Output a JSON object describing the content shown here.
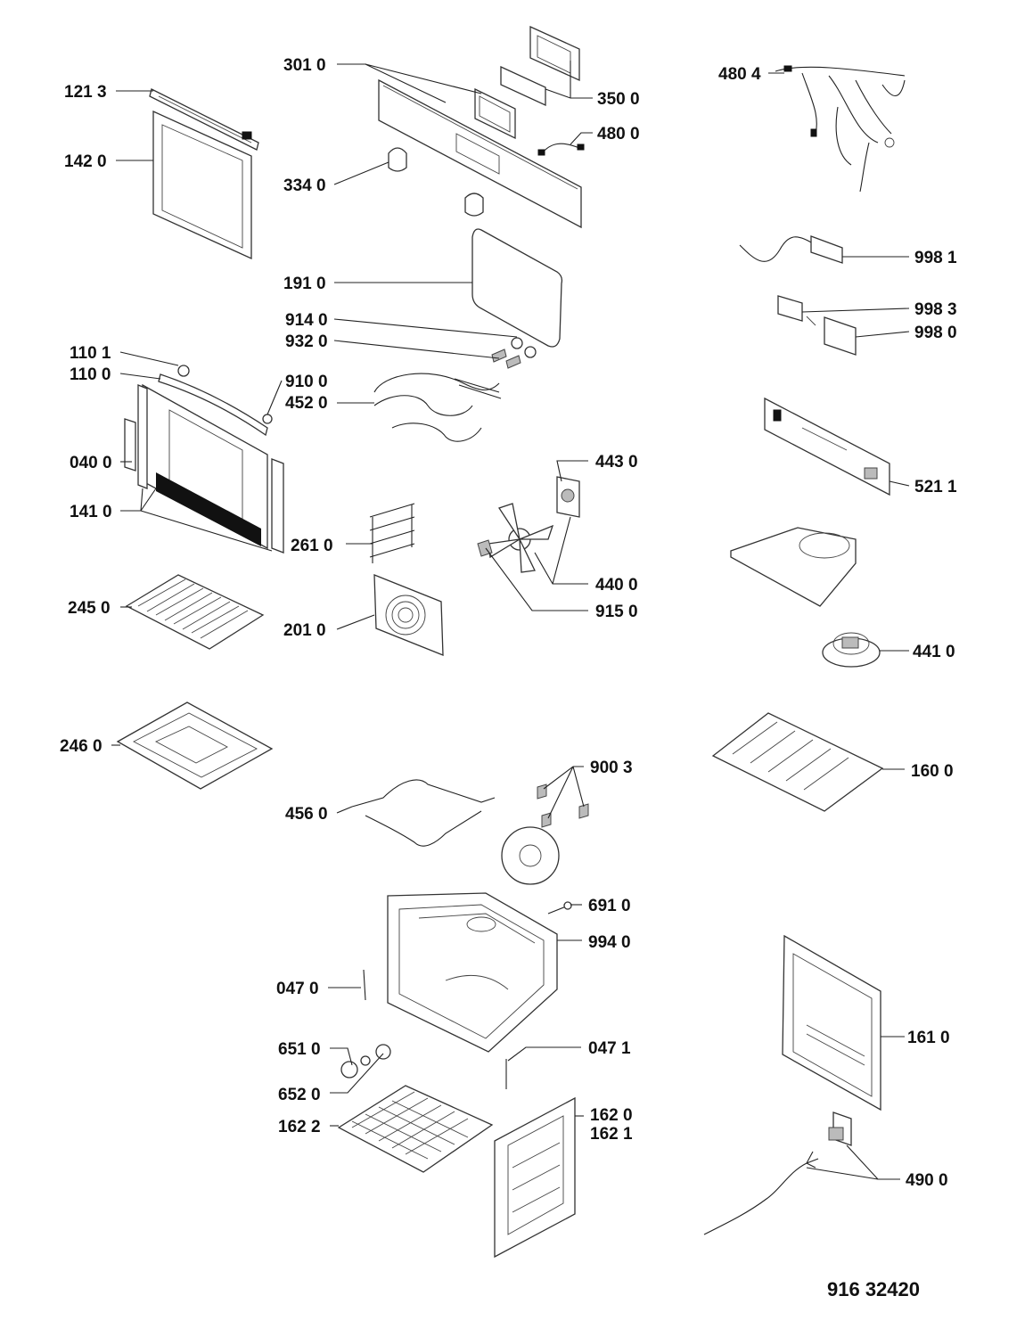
{
  "labels": {
    "l1213": "121 3",
    "l1420": "142 0",
    "l3010": "301 0",
    "l3500": "350 0",
    "l4800": "480 0",
    "l3340": "334 0",
    "l4804": "480 4",
    "l9981": "998 1",
    "l1910": "191 0",
    "l9140": "914 0",
    "l9320": "932 0",
    "l9983": "998 3",
    "l9980": "998 0",
    "l1101": "110 1",
    "l1100": "110 0",
    "l9100": "910 0",
    "l4520": "452 0",
    "l0400": "040 0",
    "l4430": "443 0",
    "l5211": "521 1",
    "l1410": "141 0",
    "l2610": "261 0",
    "l4400": "440 0",
    "l9150": "915 0",
    "l2450": "245 0",
    "l2010": "201 0",
    "l4410": "441 0",
    "l2460": "246 0",
    "l1600": "160 0",
    "l9003": "900 3",
    "l4560": "456 0",
    "l6910": "691 0",
    "l9940": "994 0",
    "l0470": "047 0",
    "l1610": "161 0",
    "l6510": "651 0",
    "l0471": "047 1",
    "l6520": "652 0",
    "l1620": "162 0",
    "l1621": "162 1",
    "l1622": "162 2",
    "l4900": "490 0"
  },
  "footer": {
    "model_code": "916 32420"
  }
}
